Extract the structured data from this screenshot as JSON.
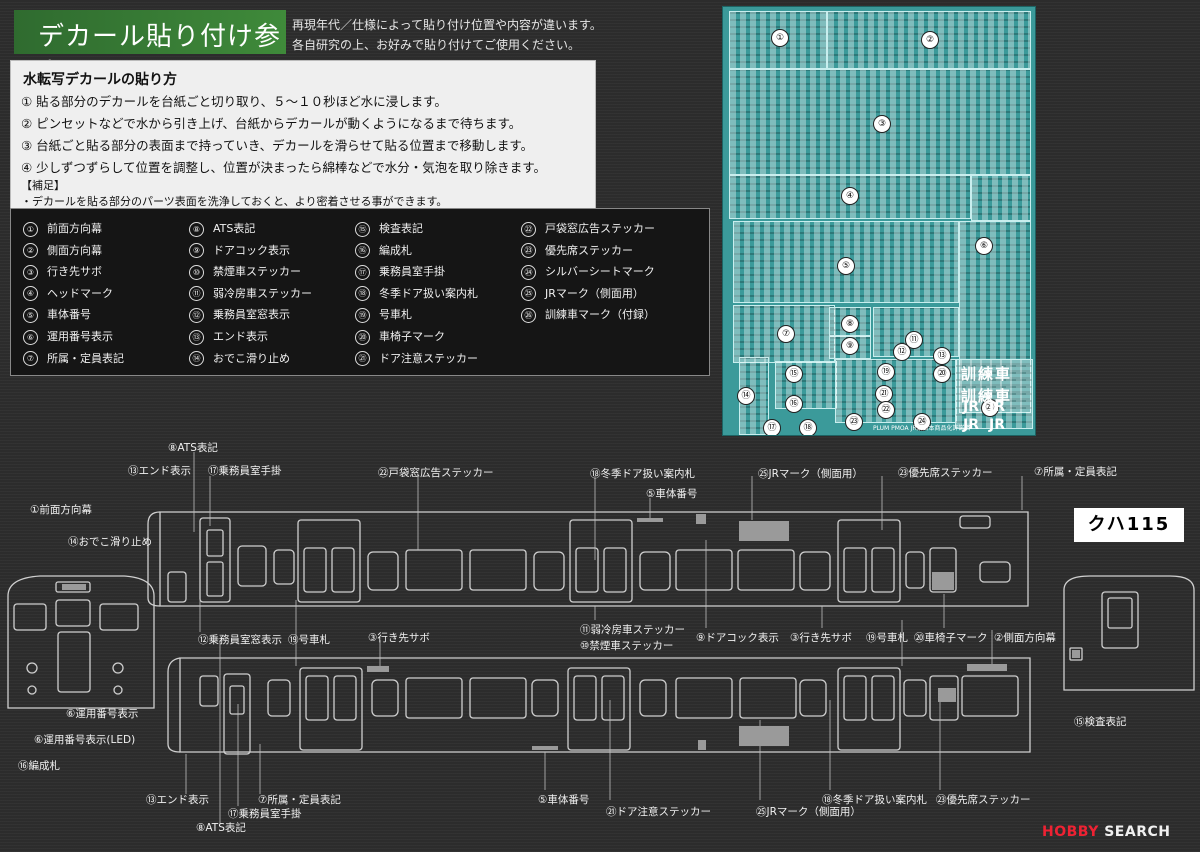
{
  "title": "デカール貼り付け参考",
  "notes": [
    "再現年代／仕様によって貼り付け位置や内容が違います。",
    "各自研究の上、お好みで貼り付けてご使用ください。"
  ],
  "guide": {
    "heading": "水転写デカールの貼り方",
    "steps": [
      "① 貼る部分のデカールを台紙ごと切り取り、５～１０秒ほど水に浸します。",
      "② ピンセットなどで水から引き上げ、台紙からデカールが動くようになるまで待ちます。",
      "③ 台紙ごと貼る部分の表面まで持っていき、デカールを滑らせて貼る位置まで移動します。",
      "④ 少しずつずらして位置を調整し、位置が決まったら綿棒などで水分・気泡を取り除きます。"
    ],
    "supplement_title": "【補足】",
    "supplement": "・デカールを貼る部分のパーツ表面を洗浄しておくと、より密着させる事ができます。"
  },
  "legend": [
    {
      "n": "①",
      "label": "前面方向幕"
    },
    {
      "n": "②",
      "label": "側面方向幕"
    },
    {
      "n": "③",
      "label": "行き先サボ"
    },
    {
      "n": "④",
      "label": "ヘッドマーク"
    },
    {
      "n": "⑤",
      "label": "車体番号"
    },
    {
      "n": "⑥",
      "label": "運用番号表示"
    },
    {
      "n": "⑦",
      "label": "所属・定員表記"
    },
    {
      "n": "⑧",
      "label": "ATS表記"
    },
    {
      "n": "⑨",
      "label": "ドアコック表示"
    },
    {
      "n": "⑩",
      "label": "禁煙車ステッカー"
    },
    {
      "n": "⑪",
      "label": "弱冷房車ステッカー"
    },
    {
      "n": "⑫",
      "label": "乗務員室窓表示"
    },
    {
      "n": "⑬",
      "label": "エンド表示"
    },
    {
      "n": "⑭",
      "label": "おでこ滑り止め"
    },
    {
      "n": "⑮",
      "label": "検査表記"
    },
    {
      "n": "⑯",
      "label": "編成札"
    },
    {
      "n": "⑰",
      "label": "乗務員室手掛"
    },
    {
      "n": "⑱",
      "label": "冬季ドア扱い案内札"
    },
    {
      "n": "⑲",
      "label": "号車札"
    },
    {
      "n": "⑳",
      "label": "車椅子マーク"
    },
    {
      "n": "㉑",
      "label": "ドア注意ステッカー"
    },
    {
      "n": "㉒",
      "label": "戸袋窓広告ステッカー"
    },
    {
      "n": "㉓",
      "label": "優先席ステッカー"
    },
    {
      "n": "㉔",
      "label": "シルバーシートマーク"
    },
    {
      "n": "㉕",
      "label": "JRマーク（側面用）"
    },
    {
      "n": "㉖",
      "label": "訓練車マーク（付録）"
    }
  ],
  "sheet": {
    "numbers": [
      "①",
      "②",
      "③",
      "④",
      "⑤",
      "⑥",
      "⑦",
      "⑧",
      "⑨",
      "⑪",
      "⑫",
      "⑬",
      "⑭",
      "⑮",
      "⑯",
      "⑰",
      "⑱",
      "⑲",
      "⑳",
      "㉑",
      "㉒",
      "㉓",
      "㉔",
      "㉕"
    ],
    "training_text": [
      "訓練車",
      "訓練車"
    ],
    "jr_text": "JR",
    "footer": "PLUM PMOA  JR東日本商品化許諾済"
  },
  "badge": "クハ115",
  "callouts": {
    "c1": "⑧ATS表記",
    "c2": "⑬エンド表示",
    "c3": "⑰乗務員室手掛",
    "c4": "㉒戸袋窓広告ステッカー",
    "c5": "⑱冬季ドア扱い案内札",
    "c6": "⑤車体番号",
    "c7": "㉕JRマーク（側面用）",
    "c8": "㉓優先席ステッカー",
    "c9": "⑦所属・定員表記",
    "c10": "①前面方向幕",
    "c11": "⑭おでこ滑り止め",
    "c12": "⑫乗務員室窓表示",
    "c13": "⑲号車札",
    "c14": "③行き先サボ",
    "c15": "⑪弱冷房車ステッカー",
    "c16": "⑩禁煙車ステッカー",
    "c17": "⑨ドアコック表示",
    "c18": "③行き先サボ",
    "c19": "⑲号車札",
    "c20": "⑳車椅子マーク",
    "c21": "②側面方向幕",
    "c22": "⑥運用番号表示",
    "c23": "⑥運用番号表示(LED)",
    "c24": "⑯編成札",
    "c25": "⑮検査表記",
    "c26": "⑬エンド表示",
    "c27": "⑦所属・定員表記",
    "c28": "⑰乗務員室手掛",
    "c29": "⑧ATS表記",
    "c30": "⑤車体番号",
    "c31": "㉑ドア注意ステッカー",
    "c32": "㉕JRマーク（側面用）",
    "c33": "⑱冬季ドア扱い案内札",
    "c34": "㉓優先席ステッカー"
  },
  "watermark": {
    "brand": "HOBBY",
    "suffix": "SEARCH"
  }
}
